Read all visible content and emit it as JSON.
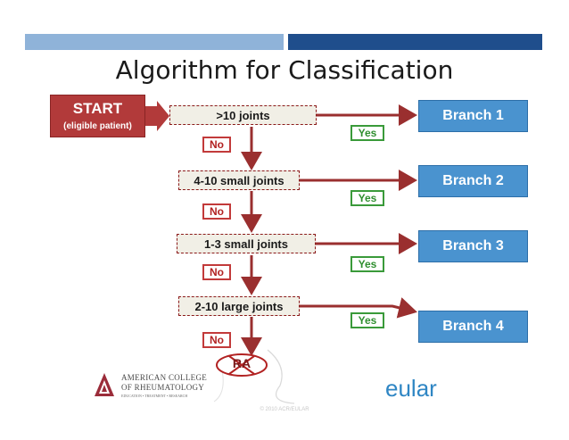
{
  "slide": {
    "title": "Algorithm for Classification",
    "start": {
      "label": "START",
      "sublabel": "(eligible patient)"
    },
    "criteria": [
      ">10 joints",
      "4-10 small joints",
      "1-3 small joints",
      "2-10 large joints"
    ],
    "branches": [
      "Branch 1",
      "Branch 2",
      "Branch 3",
      "Branch 4"
    ],
    "yes_label": "Yes",
    "no_label": "No",
    "end_label": "RA",
    "acr": {
      "line1": "AMERICAN COLLEGE",
      "line2": "OF RHEUMATOLOGY",
      "line3": "EDUCATION • TREATMENT • RESEARCH"
    },
    "eular": "eular",
    "copyright": "© 2010 ACR/EULAR"
  },
  "colors": {
    "start": "#b23a3a",
    "branch": "#4a93cf",
    "yes": "#3a9a3a",
    "no": "#c23a3a",
    "arrow": "#9a2f2f",
    "topbar_light": "#8fb3d9",
    "topbar_dark": "#1f4e8c",
    "eular": "#2f86c4"
  }
}
